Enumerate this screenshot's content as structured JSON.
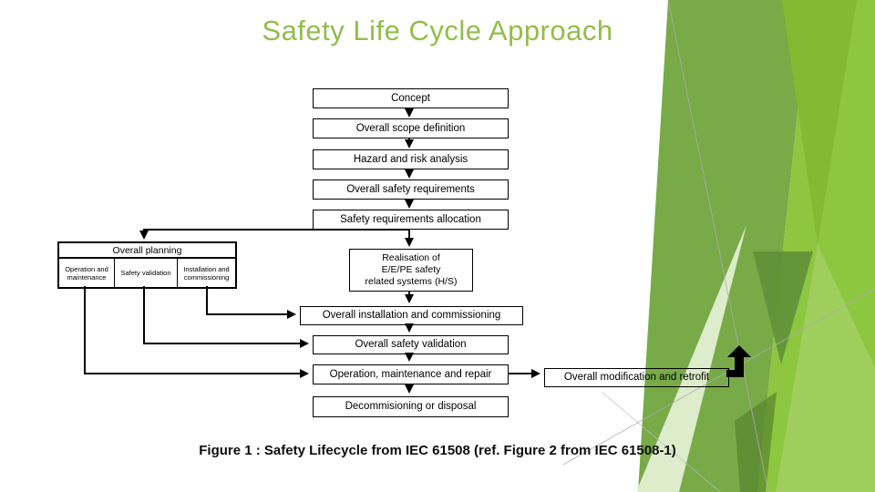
{
  "slide": {
    "title": "Safety Life Cycle Approach",
    "caption": "Figure 1 :  Safety Lifecycle from IEC 61508 (ref. Figure 2 from IEC 61508-1)"
  },
  "flow": {
    "main_sequence": [
      "Concept",
      "Overall scope definition",
      "Hazard and risk analysis",
      "Overall safety requirements",
      "Safety requirements allocation"
    ],
    "planning": {
      "header": "Overall planning",
      "cells": [
        "Operation and maintenance",
        "Safety validation",
        "Installation and commissioning"
      ]
    },
    "realisation_lines": [
      "Realisation of",
      "E/E/PE safety",
      "related systems (H/S)"
    ],
    "lower_sequence": [
      "Overall installation and commissioning",
      "Overall safety validation",
      "Operation, maintenance and repair",
      "Decommisioning or disposal"
    ],
    "side_box": "Overall modification and retrofit",
    "edges": [
      "Concept -> Overall scope definition",
      "Overall scope definition -> Hazard and risk analysis",
      "Hazard and risk analysis -> Overall safety requirements",
      "Overall safety requirements -> Safety requirements allocation",
      "Safety requirements allocation -> Overall planning",
      "Safety requirements allocation -> Realisation of E/E/PE safety related systems (H/S)",
      "Realisation of E/E/PE safety related systems (H/S) -> Overall installation and commissioning",
      "Installation and commissioning (planning) -> Overall installation and commissioning",
      "Safety validation (planning) -> Overall safety validation",
      "Operation and maintenance (planning) -> Operation, maintenance and repair",
      "Overall installation and commissioning -> Overall safety validation",
      "Overall safety validation -> Operation, maintenance and repair",
      "Operation, maintenance and repair -> Overall modification and retrofit",
      "Operation, maintenance and repair -> Decommisioning or disposal",
      "Overall modification and retrofit -> loop back up"
    ]
  },
  "colors": {
    "title_green": "#92BD4B",
    "facet_bright_green": "#8DC63F",
    "facet_sage_green": "#78AA48",
    "facet_dark_green": "#5E9038",
    "facet_pale_green": "#E3EFD2",
    "thin_line_gray": "#ACACAC",
    "diagram_ink": "#000000"
  }
}
